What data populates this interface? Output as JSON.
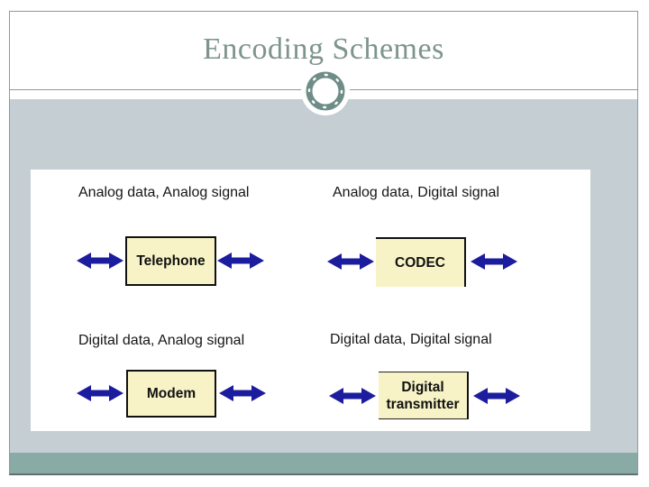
{
  "slide": {
    "title": "Encoding Schemes",
    "colors": {
      "title_text": "#7e948e",
      "frame_border": "#8d9a9a",
      "content_background": "#c4ced3",
      "footer_bar": "#8aaba5",
      "ring_accent": "#6f8d87",
      "arrow": "#1c1c9e",
      "device_box_fill": "#f7f3c6",
      "device_box_border": "#111111",
      "label_text": "#151515"
    }
  },
  "diagram": {
    "quadrants": [
      {
        "label": "Analog data, Analog signal",
        "device": "Telephone"
      },
      {
        "label": "Analog data, Digital signal",
        "device": "CODEC"
      },
      {
        "label": "Digital data, Analog signal",
        "device": "Modem"
      },
      {
        "label": "Digital data, Digital signal",
        "device": "Digital transmitter"
      }
    ],
    "icons": {
      "arrow": "double-headed-arrow-icon",
      "ornament": "ring-ornament-icon"
    }
  }
}
